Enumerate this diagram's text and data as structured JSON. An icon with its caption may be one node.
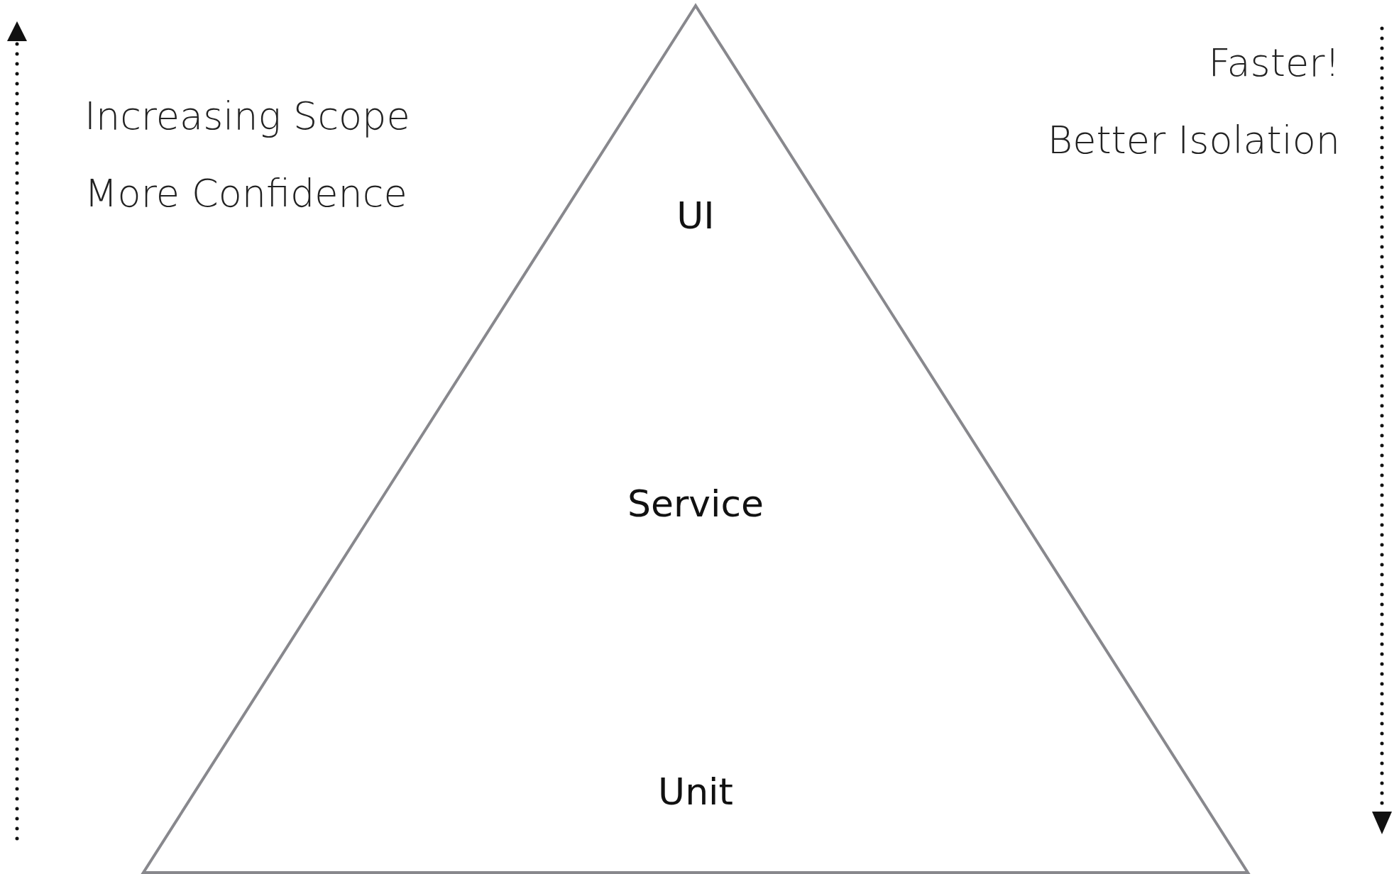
{
  "diagram": {
    "nodes": [
      {
        "text": [
          "UI",
          "Service",
          "Unit"
        ]
      }
    ],
    "labels": [
      "Increasing Scope",
      "More Confidence",
      "Faster!",
      "Better Isolation"
    ]
  }
}
